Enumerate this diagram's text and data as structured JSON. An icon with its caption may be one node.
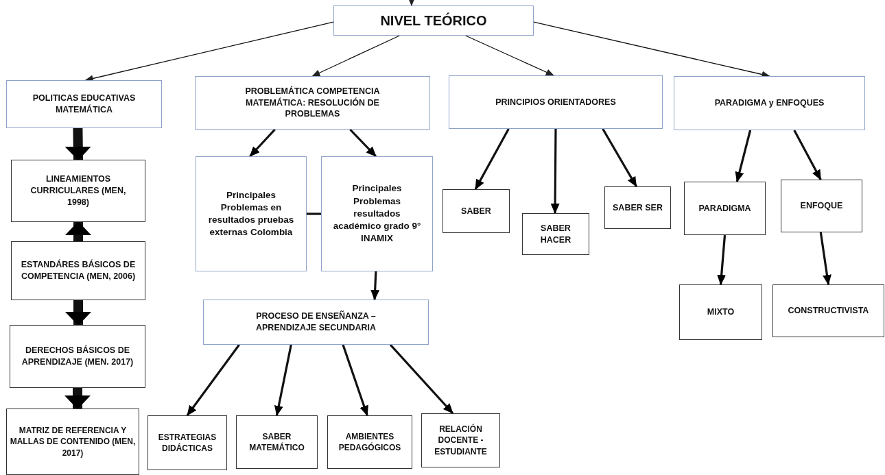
{
  "diagram": {
    "nodes": [
      {
        "text": [
          "NIVEL TEÓRICO"
        ]
      },
      {
        "text": [
          "POLITICAS EDUCATIVAS MATEMÁTICA"
        ]
      },
      {
        "text": [
          "PROBLEMÁTICA COMPETENCIA MATEMÁTICA: RESOLUCIÓN DE PROBLEMAS"
        ]
      },
      {
        "text": [
          "PRINCIPIOS ORIENTADORES"
        ]
      },
      {
        "text": [
          "PARADIGMA y ENFOQUES"
        ]
      },
      {
        "text": [
          "LINEAMIENTOS CURRICULARES (MEN, 1998)"
        ]
      },
      {
        "text": [
          "Principales Problemas en resultados pruebas externas Colombia"
        ]
      },
      {
        "text": [
          "Principales Problemas resultados académico grado 9° INAMIX"
        ]
      },
      {
        "text": [
          "SABER"
        ]
      },
      {
        "text": [
          "SABER HACER"
        ]
      },
      {
        "text": [
          "SABER SER"
        ]
      },
      {
        "text": [
          "PARADIGMA"
        ]
      },
      {
        "text": [
          "ENFOQUE"
        ]
      },
      {
        "text": [
          "ESTANDÁRES BÁSICOS DE COMPETENCIA (MEN, 2006)"
        ]
      },
      {
        "text": [
          "PROCESO DE ENSEÑANZA – APRENDIZAJE SECUNDARIA"
        ]
      },
      {
        "text": [
          "MIXTO"
        ]
      },
      {
        "text": [
          "CONSTRUCTIVISTA"
        ]
      },
      {
        "text": [
          "DERECHOS BÁSICOS DE APRENDIZAJE (MEN. 2017)"
        ]
      },
      {
        "text": [
          "MATRIZ DE REFERENCIA Y MALLAS DE CONTENIDO (MEN, 2017)"
        ]
      },
      {
        "text": [
          "ESTRATEGIAS DIDÁCTICAS"
        ]
      },
      {
        "text": [
          "SABER MATEMÁTICO"
        ]
      },
      {
        "text": [
          "AMBIENTES PEDAGÓGICOS"
        ]
      },
      {
        "text": [
          "RELACIÓN DOCENTE - ESTUDIANTE"
        ]
      }
    ],
    "edges": [
      {
        "from": null,
        "to": 0,
        "arrow": "to"
      },
      {
        "from": 0,
        "to": 1,
        "arrow": "to"
      },
      {
        "from": 0,
        "to": 2,
        "arrow": "to"
      },
      {
        "from": 0,
        "to": 3,
        "arrow": "to"
      },
      {
        "from": 0,
        "to": 4,
        "arrow": "to"
      },
      {
        "from": 1,
        "to": 5,
        "arrow": "to",
        "style": "thick"
      },
      {
        "from": 13,
        "to": 5,
        "arrow": "to",
        "style": "thick"
      },
      {
        "from": 13,
        "to": 17,
        "arrow": "to",
        "style": "thick"
      },
      {
        "from": 17,
        "to": 18,
        "arrow": "to",
        "style": "thick"
      },
      {
        "from": 2,
        "to": 6,
        "arrow": "to"
      },
      {
        "from": 2,
        "to": 7,
        "arrow": "to"
      },
      {
        "from": 6,
        "to": 7,
        "arrow": "none"
      },
      {
        "from": 7,
        "to": 14,
        "arrow": "to"
      },
      {
        "from": 14,
        "to": 19,
        "arrow": "to"
      },
      {
        "from": 14,
        "to": 20,
        "arrow": "to"
      },
      {
        "from": 14,
        "to": 21,
        "arrow": "to"
      },
      {
        "from": 14,
        "to": 22,
        "arrow": "to"
      },
      {
        "from": 3,
        "to": 8,
        "arrow": "to"
      },
      {
        "from": 3,
        "to": 9,
        "arrow": "to"
      },
      {
        "from": 3,
        "to": 10,
        "arrow": "to"
      },
      {
        "from": 4,
        "to": 11,
        "arrow": "to"
      },
      {
        "from": 4,
        "to": 12,
        "arrow": "to"
      },
      {
        "from": 11,
        "to": 15,
        "arrow": "to"
      },
      {
        "from": 12,
        "to": 16,
        "arrow": "to"
      }
    ]
  }
}
